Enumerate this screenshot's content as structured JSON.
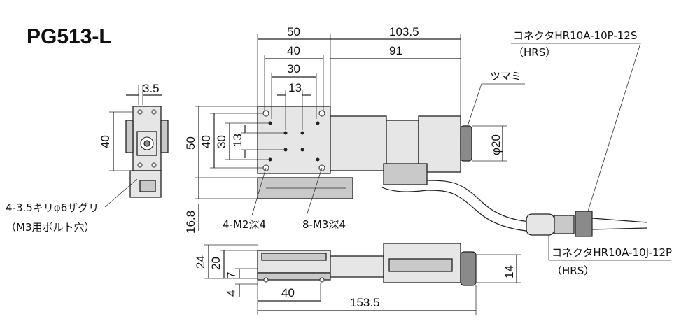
{
  "title": "PG513-L",
  "top_dims": {
    "d50": "50",
    "d103_5": "103.5",
    "d40": "40",
    "d91": "91",
    "d30": "30",
    "d13": "13"
  },
  "left_dims": {
    "d50": "50",
    "d40": "40",
    "d30": "30",
    "d13": "13",
    "d16_8": "16.8"
  },
  "side_dims": {
    "d3_5": "3.5",
    "d40": "40"
  },
  "right_dims": {
    "phi20": "φ20"
  },
  "bottom_dims": {
    "d24": "24",
    "d20": "20",
    "d7": "7",
    "d4": "4",
    "d40": "40",
    "d153_5": "153.5",
    "d14": "14"
  },
  "labels": {
    "knob": "ツマミ",
    "connector_top_1": "コネクタHR10A-10P-12S",
    "connector_top_2": "（HRS）",
    "connector_bottom_1": "コネクタHR10A-10J-12P",
    "connector_bottom_2": "（HRS）",
    "holes_a": "4-M2深4",
    "holes_b": "8-M3深4",
    "counterbore_1": "4-3.5キリφ6ザグリ",
    "counterbore_2": "（M3用ボルト穴）"
  }
}
